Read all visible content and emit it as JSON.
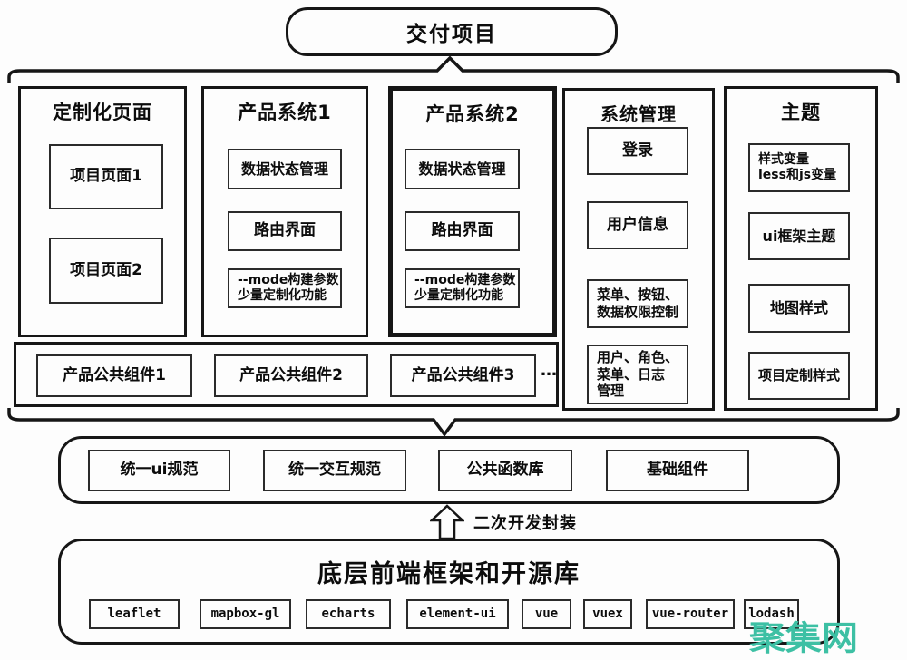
{
  "root": {
    "label": "交付项目"
  },
  "columns": [
    {
      "title": "定制化页面",
      "items": [
        {
          "label": "项目页面1"
        },
        {
          "label": "项目页面2"
        }
      ]
    },
    {
      "title": "产品系统1",
      "items": [
        {
          "label": "数据状态管理"
        },
        {
          "label": "路由界面"
        },
        {
          "label": "--mode构建参数\n少量定制化功能"
        }
      ]
    },
    {
      "title": "产品系统2",
      "items": [
        {
          "label": "数据状态管理"
        },
        {
          "label": "路由界面"
        },
        {
          "label": "--mode构建参数\n少量定制化功能"
        }
      ]
    },
    {
      "title": "系统管理",
      "items": [
        {
          "label": "登录"
        },
        {
          "label": "用户信息"
        },
        {
          "label": "菜单、按钮、\n数据权限控制"
        },
        {
          "label": "用户、角色、\n菜单、日志\n管理"
        }
      ]
    },
    {
      "title": "主题",
      "items": [
        {
          "label": "样式变量\nless和js变量"
        },
        {
          "label": "ui框架主题"
        },
        {
          "label": "地图样式"
        },
        {
          "label": "项目定制样式"
        }
      ]
    }
  ],
  "shared_components": {
    "items": [
      {
        "label": "产品公共组件1"
      },
      {
        "label": "产品公共组件2"
      },
      {
        "label": "产品公共组件3"
      }
    ],
    "ellipsis": "…"
  },
  "platform_layer": {
    "items": [
      {
        "label": "统一ui规范"
      },
      {
        "label": "统一交互规范"
      },
      {
        "label": "公共函数库"
      },
      {
        "label": "基础组件"
      }
    ]
  },
  "arrow": {
    "label": "二次开发封装"
  },
  "foundation_layer": {
    "title": "底层前端框架和开源库",
    "libraries": [
      {
        "label": "leaflet"
      },
      {
        "label": "mapbox-gl"
      },
      {
        "label": "echarts"
      },
      {
        "label": "element-ui"
      },
      {
        "label": "vue"
      },
      {
        "label": "vuex"
      },
      {
        "label": "vue-router"
      },
      {
        "label": "lodash"
      }
    ]
  },
  "watermark": {
    "text": "聚集网",
    "color": "#3dc0a4"
  }
}
